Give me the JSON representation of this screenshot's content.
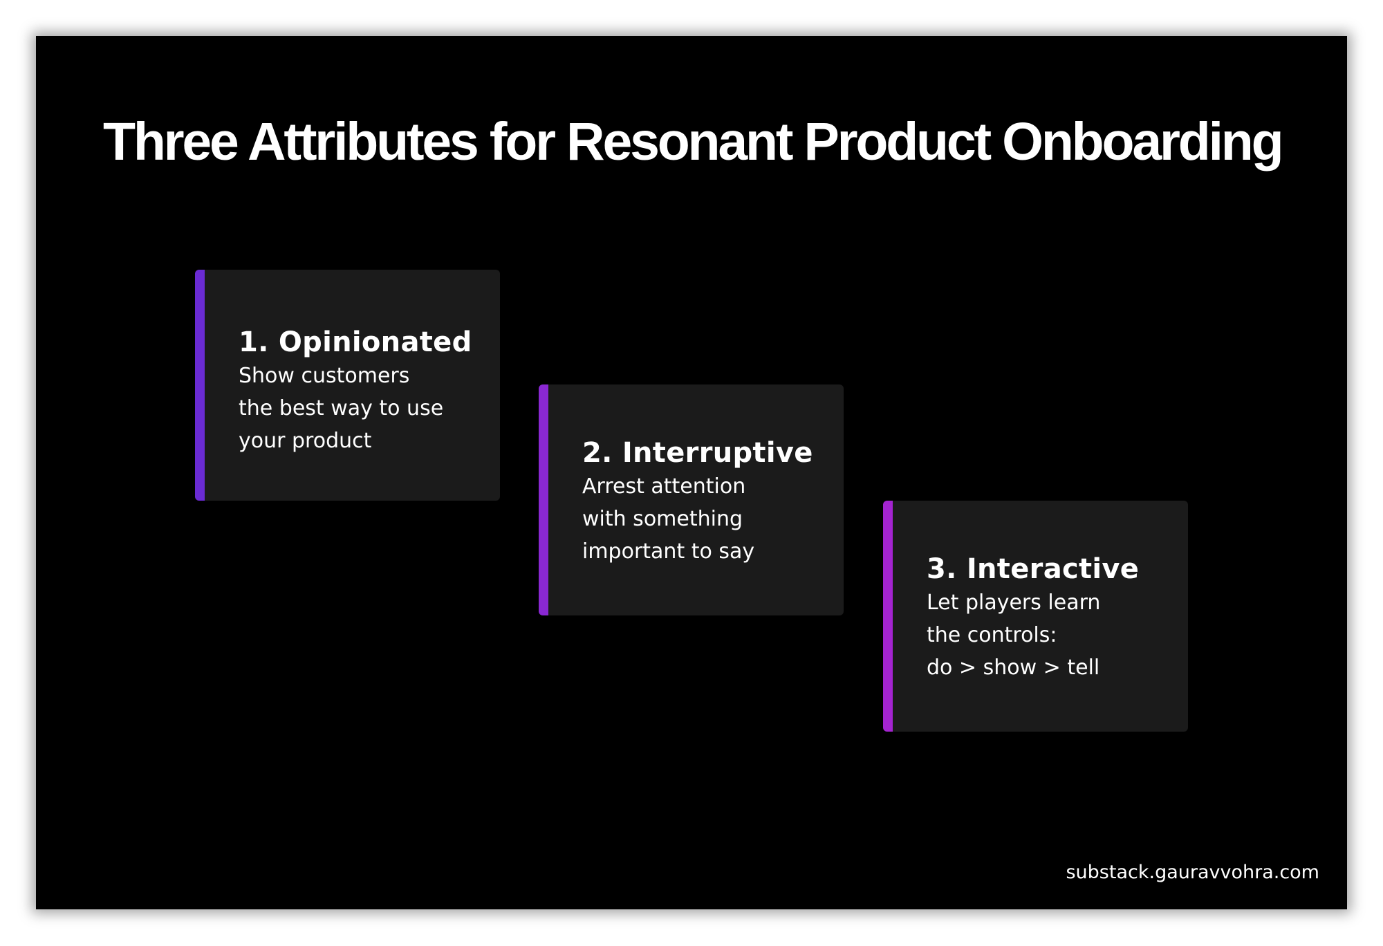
{
  "title": "Three Attributes for Resonant Product Onboarding",
  "cards": [
    {
      "heading": "1. Opinionated",
      "lines": [
        "Show customers",
        "the best way to use",
        "your product"
      ],
      "accent": "#6a2bd3"
    },
    {
      "heading": "2. Interruptive",
      "lines": [
        "Arrest attention",
        "with something",
        "important to say"
      ],
      "accent": "#8a28d2"
    },
    {
      "heading": "3. Interactive",
      "lines": [
        "Let players learn",
        "the controls:",
        "do > show > tell"
      ],
      "accent": "#a424d0"
    }
  ],
  "footer": "substack.gauravvohra.com"
}
